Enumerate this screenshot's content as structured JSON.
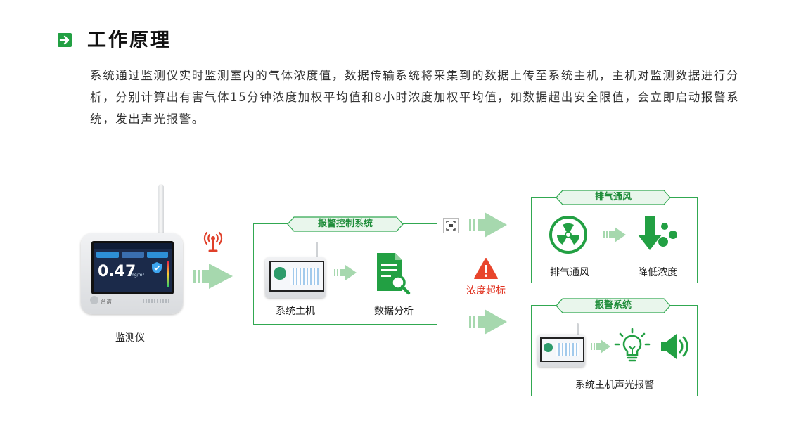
{
  "header": {
    "title": "工作原理"
  },
  "description": "系统通过监测仪实时监测室内的气体浓度值，数据传输系统将采集到的数据上传至系统主机，主机对监测数据进行分析，分别计算出有害气体15分钟浓度加权平均值和8小时浓度加权平均值，如数据超出安全限值，会立即启动报警系统，发出声光报警。",
  "monitor": {
    "label": "监测仪",
    "screen_reading": "0.47",
    "screen_unit": "mg/m³",
    "brand": "台谱"
  },
  "alarm_control": {
    "title": "报警控制系统",
    "host_label": "系统主机",
    "analysis_label": "数据分析"
  },
  "warning": {
    "label": "浓度超标"
  },
  "ventilation": {
    "title": "排气通风",
    "fan_label": "排气通风",
    "reduce_label": "降低浓度"
  },
  "alarm_system": {
    "title": "报警系统",
    "host_alarm_label": "系统主机声光报警"
  },
  "colors": {
    "primary_green": "#22a043",
    "light_green": "#a6d8ae",
    "warning_red": "#e0311f"
  }
}
